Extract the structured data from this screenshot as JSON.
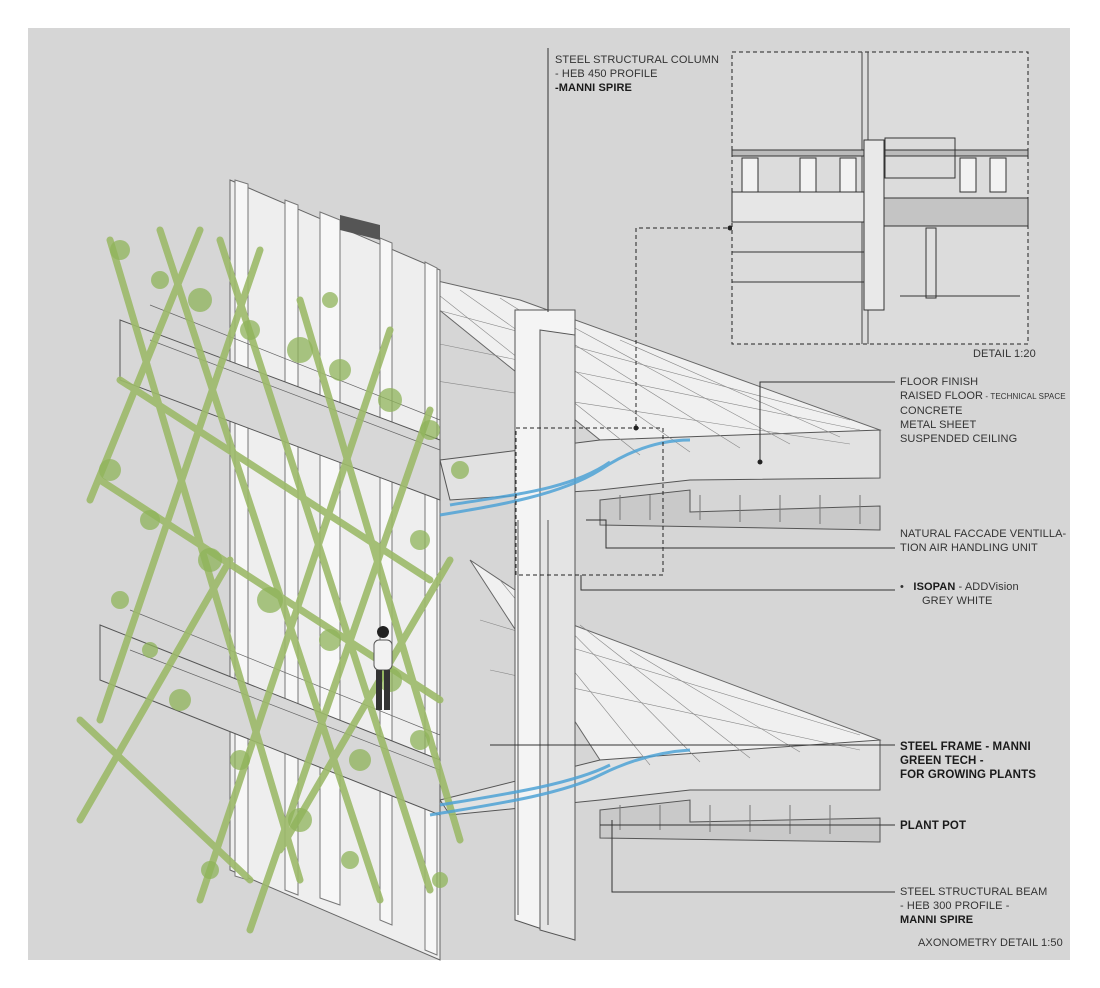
{
  "labels": {
    "column": {
      "line1": "STEEL STRUCTURAL COLUMN",
      "line2": "- HEB  450 PROFILE",
      "line3": "-MANNI  SPIRE"
    },
    "detail_scale": "DETAIL 1:20",
    "floor": {
      "line1": "FLOOR FINISH",
      "line2_main": "RAISED FLOOR",
      "line2_small": " - TECHNICAL SPACE",
      "line3": "CONCRETE",
      "line4": "METAL SHEET",
      "line5": "SUSPENDED CEILING"
    },
    "ventilation": {
      "line1": "NATURAL FACCADE VENTILLA-",
      "line2": "TION AIR HANDLING UNIT"
    },
    "isopan": {
      "bullet": "•",
      "brand": "ISOPAN",
      "rest": " - ADDVision",
      "line2": "GREY WHITE"
    },
    "steel_frame": {
      "line1": "STEEL FRAME - MANNI",
      "line2": "GREEN TECH -",
      "line3": "FOR GROWING PLANTS"
    },
    "plant_pot": "PLANT POT",
    "beam": {
      "line1": "STEEL STRUCTURAL BEAM",
      "line2": "- HEB  300 PROFILE -",
      "line3": "MANNI SPIRE"
    },
    "axo_scale": "AXONOMETRY DETAIL 1:50"
  },
  "colors": {
    "sheet": "#d6d6d6",
    "line": "#555555",
    "panel": "#f2f2f2",
    "plant": "#8fb45a",
    "water": "#4fa3d6"
  }
}
